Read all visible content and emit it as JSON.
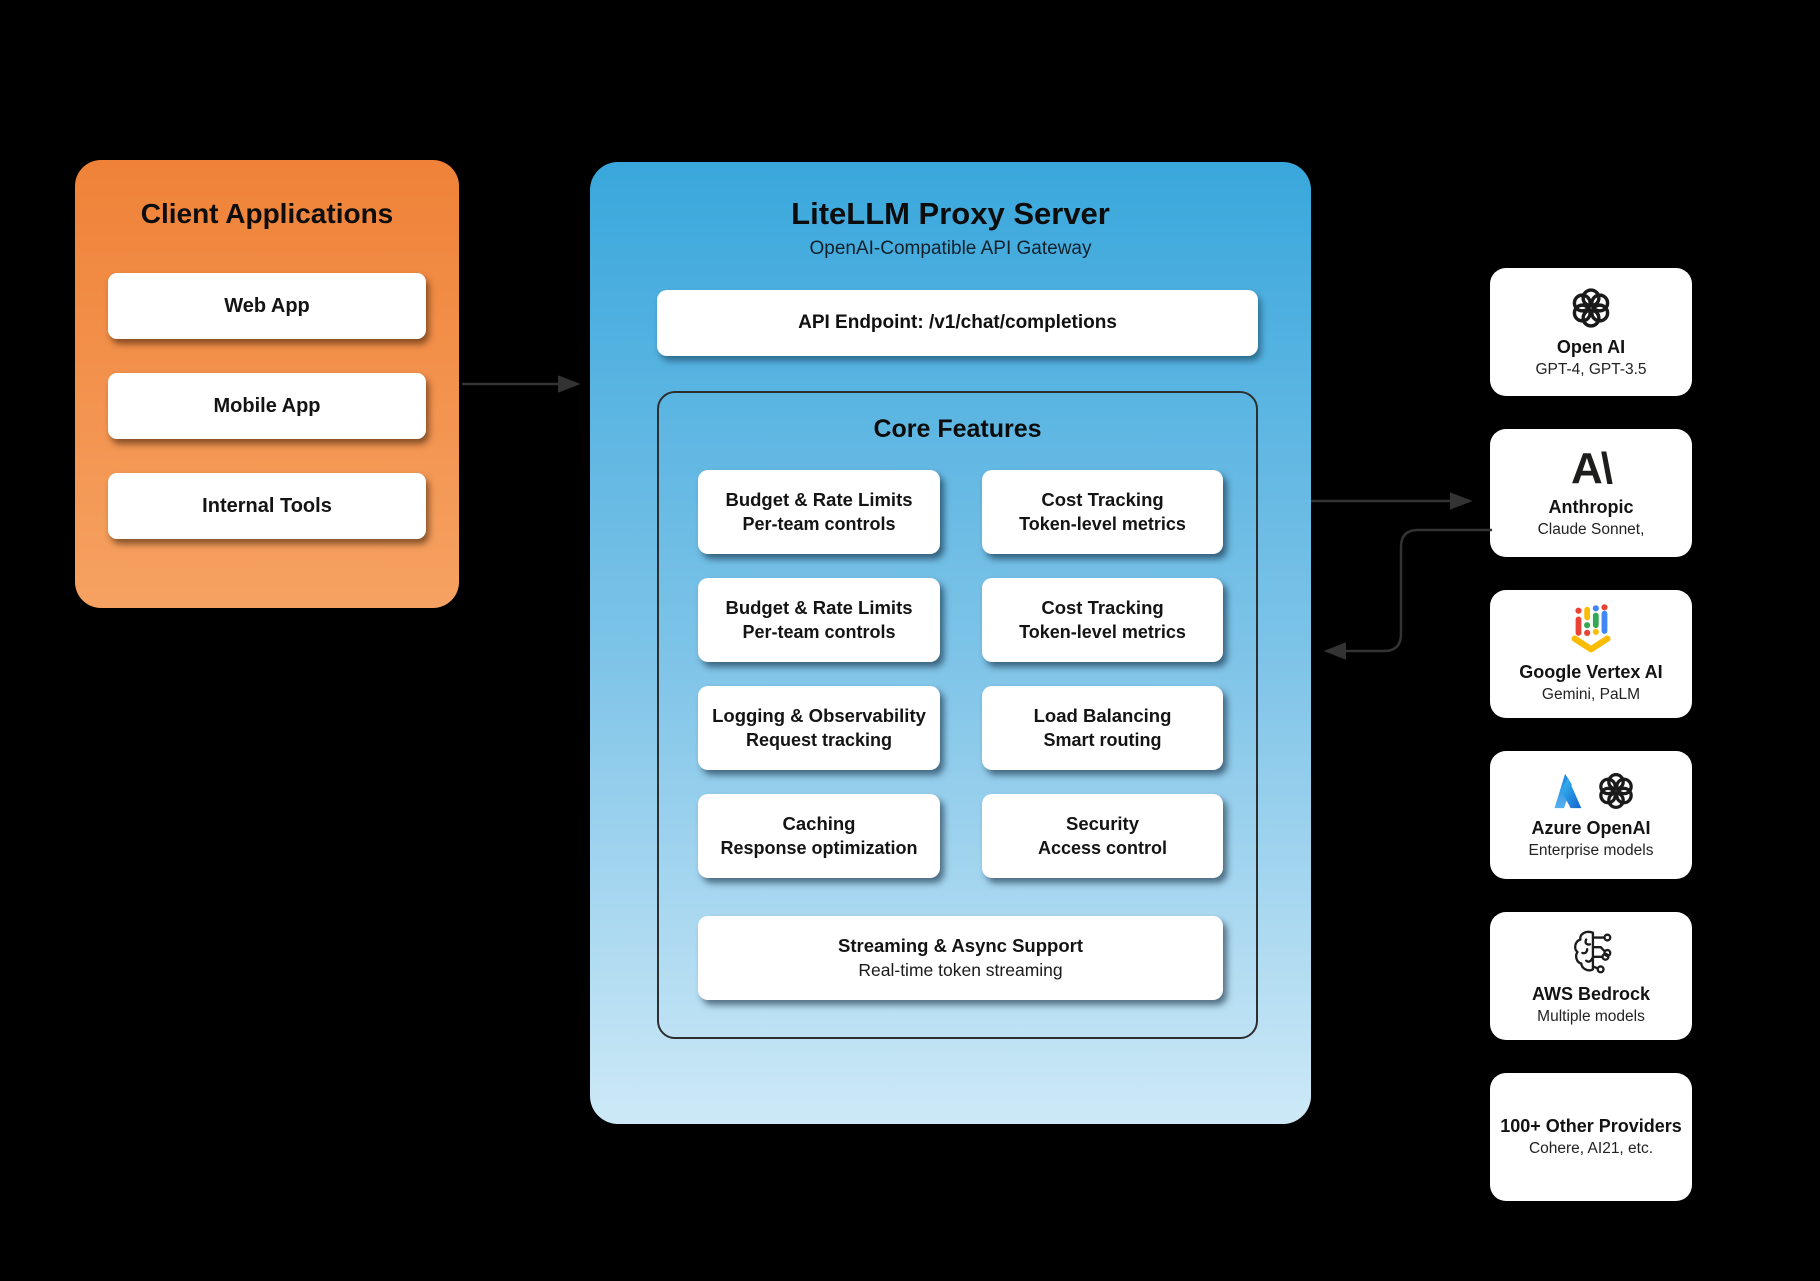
{
  "canvas": {
    "background": "#000000"
  },
  "client_panel": {
    "title": "Client Applications",
    "items": [
      {
        "label": "Web App"
      },
      {
        "label": "Mobile App"
      },
      {
        "label": "Internal Tools"
      }
    ],
    "colors": {
      "top": "#ef8238",
      "bottom": "#f6a262",
      "card": "#ffffff",
      "text": "#0d0d0d"
    }
  },
  "proxy_panel": {
    "title": "LiteLLM Proxy Server",
    "subtitle": "OpenAI-Compatible API Gateway",
    "endpoint_label": "API Endpoint: /v1/chat/completions",
    "core": {
      "title": "Core Features",
      "features": [
        {
          "title": "Budget & Rate Limits",
          "subtitle": "Per-team controls"
        },
        {
          "title": "Cost Tracking",
          "subtitle": "Token-level metrics"
        },
        {
          "title": "Budget & Rate Limits",
          "subtitle": "Per-team controls"
        },
        {
          "title": "Cost Tracking",
          "subtitle": "Token-level metrics"
        },
        {
          "title": "Logging & Observability",
          "subtitle": "Request tracking"
        },
        {
          "title": "Load Balancing",
          "subtitle": "Smart routing"
        },
        {
          "title": "Caching",
          "subtitle": "Response optimization"
        },
        {
          "title": "Security",
          "subtitle": "Access control"
        }
      ],
      "wide_feature": {
        "title": "Streaming & Async Support",
        "subtitle": "Real-time token streaming"
      }
    },
    "colors": {
      "top": "#39a7dc",
      "bottom": "#cde9f7"
    }
  },
  "providers": [
    {
      "name": "Open AI",
      "models": "GPT-4, GPT-3.5",
      "icon": "openai-logo-icon"
    },
    {
      "name": "Anthropic",
      "models": "Claude Sonnet,",
      "icon": "anthropic-logo-icon",
      "logo_glyph": "A\\"
    },
    {
      "name": "Google Vertex AI",
      "models": "Gemini, PaLM",
      "icon": "google-vertex-ai-icon"
    },
    {
      "name": "Azure OpenAI",
      "models": "Enterprise models",
      "icon": "azure-openai-icon"
    },
    {
      "name": "AWS Bedrock",
      "models": "Multiple models",
      "icon": "aws-bedrock-icon"
    },
    {
      "name": "100+ Other Providers",
      "models": "Cohere, AI21, etc.",
      "icon": ""
    }
  ],
  "arrows": {
    "color": "#333333"
  }
}
